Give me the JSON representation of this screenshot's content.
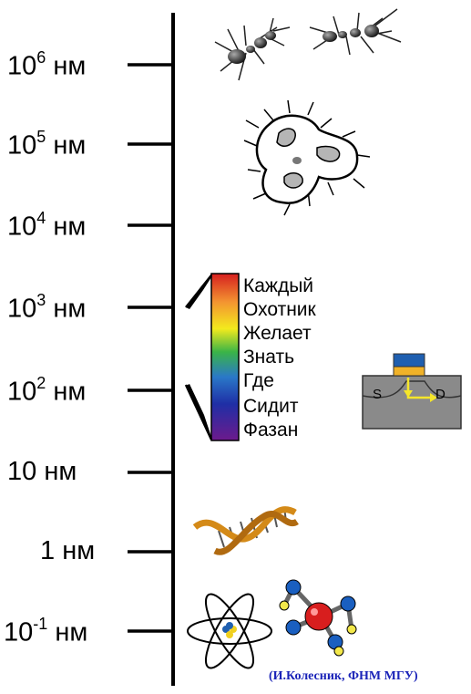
{
  "scale": {
    "ticks": [
      {
        "base": "10",
        "exp": "6",
        "unit": "нм"
      },
      {
        "base": "10",
        "exp": "5",
        "unit": "нм"
      },
      {
        "base": "10",
        "exp": "4",
        "unit": "нм"
      },
      {
        "base": "10",
        "exp": "3",
        "unit": "нм"
      },
      {
        "base": "10",
        "exp": "2",
        "unit": "нм"
      },
      {
        "base": "10",
        "exp": "",
        "unit": "нм"
      },
      {
        "base": "1",
        "exp": "",
        "unit": "нм"
      },
      {
        "base": "10",
        "exp": "-1",
        "unit": "нм"
      }
    ]
  },
  "spectrum": {
    "words": [
      "Каждый",
      "Охотник",
      "Желает",
      "Знать",
      "Где",
      "Сидит",
      "Фазан"
    ]
  },
  "transistor": {
    "source_label": "S",
    "drain_label": "D"
  },
  "credit": "(И.Колесник, ФНМ МГУ)",
  "icons": [
    "ant-icon",
    "cell-icon",
    "transistor-icon",
    "dna-icon",
    "atom-icon",
    "molecule-icon"
  ]
}
